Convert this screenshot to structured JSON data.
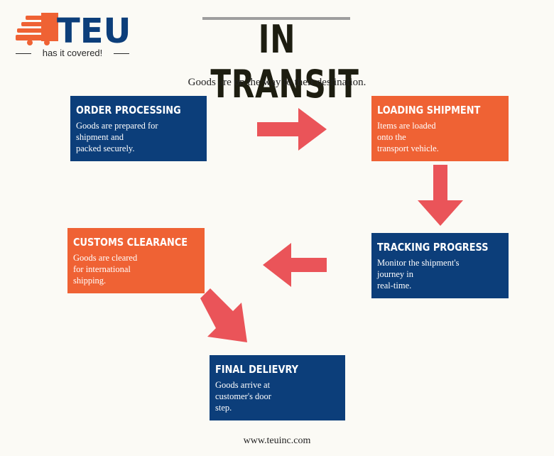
{
  "logo": {
    "brand": "TEU",
    "tagline": "has it covered!"
  },
  "header": {
    "title": "IN TRANSIT",
    "subtitle": "Goods are on the way to their destination."
  },
  "steps": [
    {
      "title": "ORDER PROCESSING",
      "text": "Goods are prepared for\nshipment and\npacked securely.",
      "color": "#0c3e7a"
    },
    {
      "title": "LOADING SHIPMENT",
      "text": "Items are loaded\nonto the\ntransport vehicle.",
      "color": "#ef6234"
    },
    {
      "title": "TRACKING PROGRESS",
      "text": "Monitor the shipment's\njourney in\nreal-time.",
      "color": "#0c3e7a"
    },
    {
      "title": "CUSTOMS CLEARANCE",
      "text": "Goods are cleared\nfor international\nshipping.",
      "color": "#ef6234"
    },
    {
      "title": "FINAL DELIEVRY",
      "text": "Goods arrive at\ncustomer's door\nstep.",
      "color": "#0c3e7a"
    }
  ],
  "colors": {
    "arrow": "#ea5459",
    "blue": "#0c3e7a",
    "orange": "#ef6234",
    "background": "#fbfaf5"
  },
  "footer": {
    "website": "www.teuinc.com"
  }
}
